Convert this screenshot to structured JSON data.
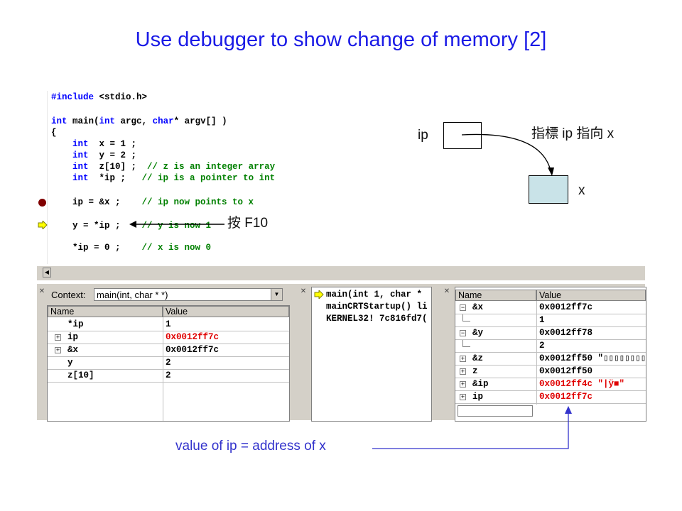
{
  "title": "Use debugger to show change of memory   [2]",
  "code": {
    "lines": [
      {
        "text": "#include <stdio.h>"
      },
      {
        "text": "int main(int argc, char* argv[] )"
      },
      {
        "text": "{"
      },
      {
        "text": "    int  x = 1 ;"
      },
      {
        "text": "    int  y = 2 ;"
      },
      {
        "text": "    int  z[10] ;  // z is an integer array"
      },
      {
        "text": "    int  *ip ;   // ip is a pointer to int"
      },
      {
        "text": "    ip = &x ;    // ip now points to x"
      },
      {
        "text": "    y = *ip ;    // y is now 1"
      },
      {
        "text": "    *ip = 0 ;    // x is now 0"
      }
    ]
  },
  "annotation_f10": "按 F10",
  "context": {
    "label": "Context:",
    "value": "main(int, char * *)"
  },
  "locals": {
    "headers": [
      "Name",
      "Value"
    ],
    "rows": [
      {
        "name": "*ip",
        "value": "1",
        "expand": ""
      },
      {
        "name": "ip",
        "value": "0x0012ff7c",
        "expand": "+",
        "red": true
      },
      {
        "name": "&x",
        "value": "0x0012ff7c",
        "expand": "+"
      },
      {
        "name": "y",
        "value": "2",
        "expand": ""
      },
      {
        "name": "z[10]",
        "value": "2",
        "expand": ""
      }
    ]
  },
  "callstack": {
    "items": [
      "main(int 1, char *",
      "mainCRTStartup() li",
      "KERNEL32! 7c816fd7("
    ]
  },
  "watch": {
    "headers": [
      "Name",
      "Value"
    ],
    "rows": [
      {
        "name": "&x",
        "value": "0x0012ff7c",
        "expand": "−"
      },
      {
        "name": "",
        "value": "1",
        "expand": "",
        "child": true
      },
      {
        "name": "&y",
        "value": "0x0012ff78",
        "expand": "−"
      },
      {
        "name": "",
        "value": "2",
        "expand": "",
        "child": true
      },
      {
        "name": "&z",
        "value": "0x0012ff50 \"▯▯▯▯▯▯▯▯",
        "expand": "+"
      },
      {
        "name": "z",
        "value": "0x0012ff50",
        "expand": "+"
      },
      {
        "name": "&ip",
        "value": "0x0012ff4c \"|ÿ■\"",
        "expand": "+",
        "red": true
      },
      {
        "name": "ip",
        "value": "0x0012ff7c",
        "expand": "+",
        "red": true
      }
    ]
  },
  "diagram": {
    "ip_label": "ip",
    "x_label": "x",
    "pointer_note": "指標 ip 指向 x"
  },
  "bottom_note": "value of ip = address of x",
  "colors": {
    "title": "#1a1ae6",
    "note": "#3333cc",
    "x_box": "#c9e3e8",
    "breakpoint": "#800000"
  }
}
